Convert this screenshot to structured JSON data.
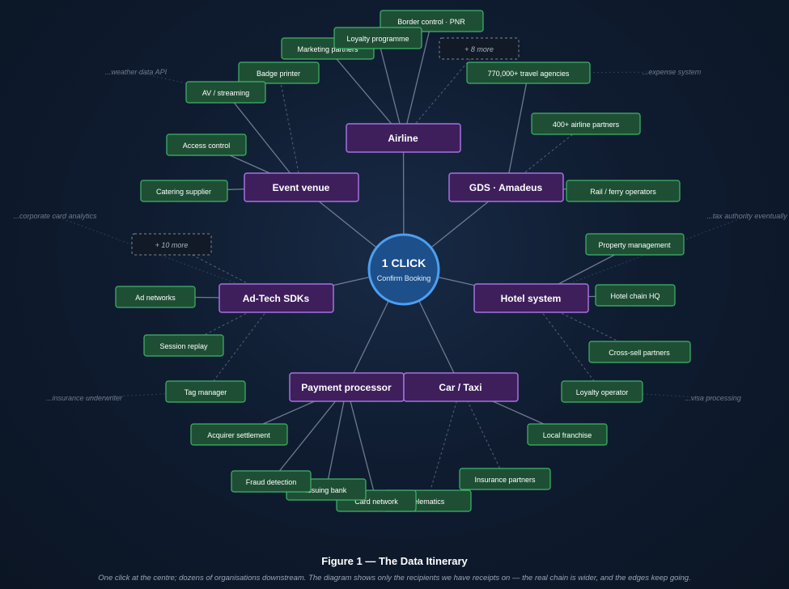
{
  "center": {
    "title": "1 CLICK",
    "subtitle": "Confirm Booking"
  },
  "services": [
    {
      "id": "airline",
      "label": "Airline"
    },
    {
      "id": "gds",
      "label": "GDS · Amadeus"
    },
    {
      "id": "event",
      "label": "Event venue"
    },
    {
      "id": "hotel",
      "label": "Hotel system"
    },
    {
      "id": "adtech",
      "label": "Ad-Tech SDKs"
    },
    {
      "id": "payment",
      "label": "Payment processor"
    },
    {
      "id": "car",
      "label": "Car / Taxi"
    }
  ],
  "recipients": [
    {
      "id": "border",
      "label": "Border control · PNR"
    },
    {
      "id": "loyalty-programme",
      "label": "Loyalty programme"
    },
    {
      "id": "marketing",
      "label": "Marketing partners"
    },
    {
      "id": "agencies",
      "label": "770,000+ travel agencies"
    },
    {
      "id": "badge",
      "label": "Badge printer"
    },
    {
      "id": "av",
      "label": "AV / streaming"
    },
    {
      "id": "airline-partners",
      "label": "400+ airline partners"
    },
    {
      "id": "access",
      "label": "Access control"
    },
    {
      "id": "catering",
      "label": "Catering supplier"
    },
    {
      "id": "rail",
      "label": "Rail / ferry operators"
    },
    {
      "id": "property",
      "label": "Property management"
    },
    {
      "id": "ad-networks",
      "label": "Ad networks"
    },
    {
      "id": "chain-hq",
      "label": "Hotel chain HQ"
    },
    {
      "id": "session",
      "label": "Session replay"
    },
    {
      "id": "crosssell",
      "label": "Cross-sell partners"
    },
    {
      "id": "tag",
      "label": "Tag manager"
    },
    {
      "id": "loyalty-operator",
      "label": "Loyalty operator"
    },
    {
      "id": "acquirer",
      "label": "Acquirer settlement"
    },
    {
      "id": "franchise",
      "label": "Local franchise"
    },
    {
      "id": "insurance",
      "label": "Insurance partners"
    },
    {
      "id": "telematics",
      "label": "Telematics"
    },
    {
      "id": "card-network",
      "label": "Card network"
    },
    {
      "id": "issuing",
      "label": "Issuing bank"
    },
    {
      "id": "fraud",
      "label": "Fraud detection"
    }
  ],
  "more": [
    {
      "id": "more-airline",
      "label": "+ 8 more"
    },
    {
      "id": "more-adtech",
      "label": "+ 10 more"
    }
  ],
  "fringe": [
    {
      "id": "weather",
      "label": "...weather data API"
    },
    {
      "id": "expense",
      "label": "...expense system"
    },
    {
      "id": "corporate",
      "label": "...corporate card analytics"
    },
    {
      "id": "tax",
      "label": "...tax authority eventually"
    },
    {
      "id": "insurer",
      "label": "...insurance underwriter"
    },
    {
      "id": "visa",
      "label": "...visa processing"
    }
  ],
  "edges_solid": [
    [
      "center",
      "airline"
    ],
    [
      "center",
      "gds"
    ],
    [
      "center",
      "event"
    ],
    [
      "center",
      "hotel"
    ],
    [
      "center",
      "adtech"
    ],
    [
      "center",
      "payment"
    ],
    [
      "center",
      "car"
    ],
    [
      "airline",
      "border"
    ],
    [
      "airline",
      "loyalty-programme"
    ],
    [
      "airline",
      "marketing"
    ],
    [
      "gds",
      "agencies"
    ],
    [
      "event",
      "av"
    ],
    [
      "event",
      "access"
    ],
    [
      "event",
      "catering"
    ],
    [
      "gds",
      "rail"
    ],
    [
      "hotel",
      "property"
    ],
    [
      "hotel",
      "chain-hq"
    ],
    [
      "adtech",
      "ad-networks"
    ],
    [
      "payment",
      "acquirer"
    ],
    [
      "payment",
      "fraud"
    ],
    [
      "payment",
      "issuing"
    ],
    [
      "payment",
      "card-network"
    ],
    [
      "car",
      "franchise"
    ]
  ],
  "edges_dashed": [
    [
      "airline",
      "more-airline"
    ],
    [
      "event",
      "badge"
    ],
    [
      "gds",
      "airline-partners"
    ],
    [
      "adtech",
      "more-adtech"
    ],
    [
      "adtech",
      "session"
    ],
    [
      "adtech",
      "tag"
    ],
    [
      "hotel",
      "crosssell"
    ],
    [
      "hotel",
      "loyalty-operator"
    ],
    [
      "car",
      "insurance"
    ],
    [
      "car",
      "telematics"
    ]
  ],
  "edges_faint": [
    [
      "av",
      "weather"
    ],
    [
      "agencies",
      "expense"
    ],
    [
      "adtech",
      "corporate"
    ],
    [
      "hotel",
      "tax"
    ],
    [
      "tag",
      "insurer"
    ],
    [
      "loyalty-operator",
      "visa"
    ]
  ],
  "caption": {
    "title": "Figure 1 — The Data Itinerary",
    "text": "One click at the centre; dozens of organisations downstream. The diagram shows only the recipients we have receipts on — the real chain is wider, and the edges keep going."
  },
  "colors": {
    "center_fill": "#1d4f8a",
    "center_stroke": "#4d9ff0",
    "service_fill": "#3e1f5c",
    "service_stroke": "#a472e0",
    "leaf_fill": "#1e4f34",
    "leaf_stroke": "#3fb56a",
    "edge": "#7f8aa0"
  }
}
